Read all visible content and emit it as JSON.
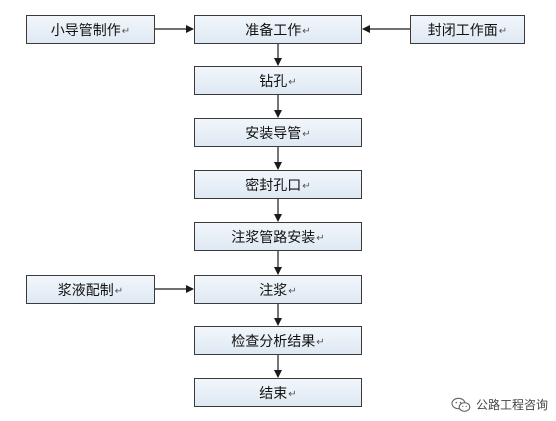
{
  "nodes": {
    "small_conduit": {
      "label": "小导管制作",
      "mark": "↵"
    },
    "prepare": {
      "label": "准备工作",
      "mark": "↵"
    },
    "seal_face": {
      "label": "封闭工作面",
      "mark": "↵"
    },
    "drill": {
      "label": "钻孔",
      "mark": "↵"
    },
    "install_conduit": {
      "label": "安装导管",
      "mark": "↵"
    },
    "seal_hole": {
      "label": "密封孔口",
      "mark": "↵"
    },
    "pipe_install": {
      "label": "注浆管路安装",
      "mark": "↵"
    },
    "slurry_mix": {
      "label": "浆液配制",
      "mark": "↵"
    },
    "grouting": {
      "label": "注浆",
      "mark": "↵"
    },
    "inspect": {
      "label": "检查分析结果",
      "mark": "↵"
    },
    "end": {
      "label": "结束",
      "mark": "↵"
    }
  },
  "watermark": {
    "text": "公路工程咨询",
    "icon": "wechat-icon"
  },
  "colors": {
    "box_border": "#3a3a3a",
    "box_fill_top": "#f1f6fb",
    "box_fill_bottom": "#dfe9f3",
    "arrow": "#1a1a1a"
  }
}
